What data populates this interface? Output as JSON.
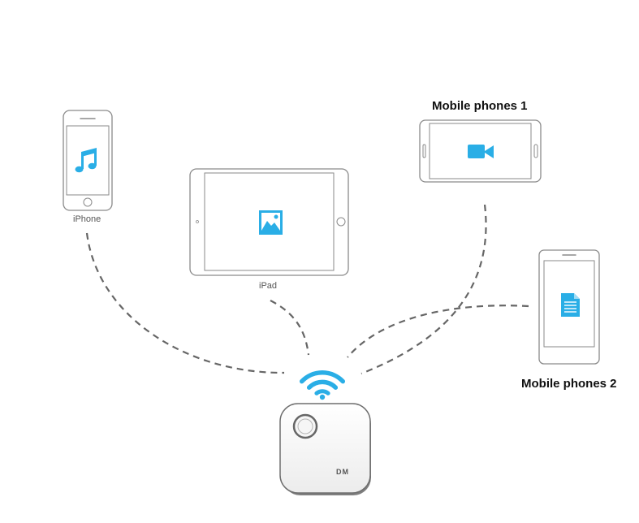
{
  "devices": {
    "iphone": {
      "label": "iPhone",
      "icon": "music-note-icon"
    },
    "ipad": {
      "label": "iPad",
      "icon": "image-icon"
    },
    "mobile1": {
      "label": "Mobile phones 1",
      "icon": "video-camera-icon"
    },
    "mobile2": {
      "label": "Mobile phones 2",
      "icon": "document-icon"
    }
  },
  "hub": {
    "brand": "DM",
    "icon": "wifi-icon"
  },
  "colors": {
    "accent": "#2aaee6",
    "outline": "#8a8a8a",
    "connector": "#666666"
  }
}
